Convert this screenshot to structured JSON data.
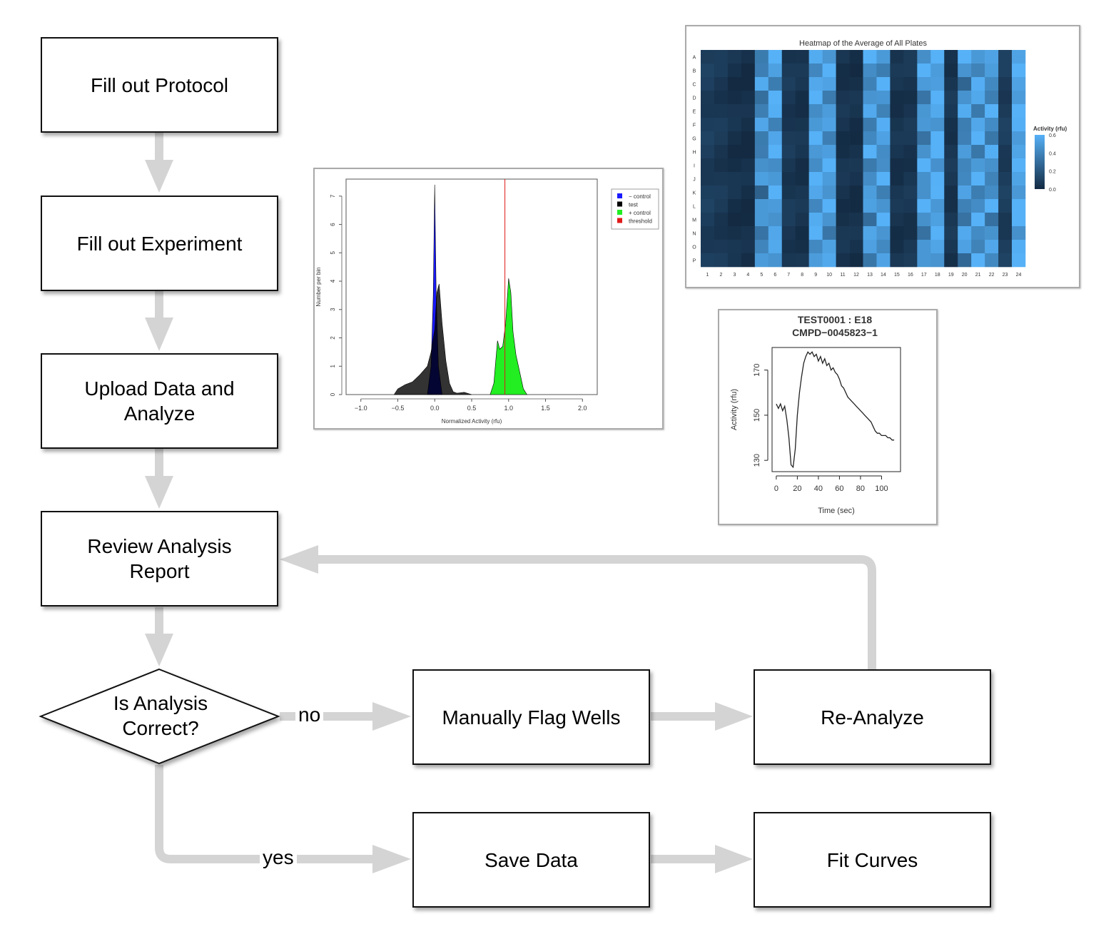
{
  "colors": {
    "arrow": "#d4d4d4",
    "node_border": "#111111"
  },
  "flow": {
    "fill_protocol": "Fill out Protocol",
    "fill_experiment": "Fill out Experiment",
    "upload_analyze": "Upload Data and Analyze",
    "review_report": "Review Analysis Report",
    "decision": "Is Analysis Correct?",
    "flag_wells": "Manually Flag Wells",
    "reanalyze": "Re-Analyze",
    "save_data": "Save Data",
    "fit_curves": "Fit Curves",
    "label_no": "no",
    "label_yes": "yes"
  },
  "chart_data": [
    {
      "type": "area",
      "title": "",
      "xlabel": "Normalized Activity (rfu)",
      "ylabel": "Number per bin",
      "xlim": [
        -1.2,
        2.2
      ],
      "ylim": [
        0,
        7.6
      ],
      "xticks": [
        "−1.0",
        "−0.5",
        "0.0",
        "0.5",
        "1.0",
        "1.5",
        "2.0"
      ],
      "yticks": [
        "0",
        "1",
        "2",
        "3",
        "4",
        "5",
        "6",
        "7"
      ],
      "legend_position": "top-right",
      "threshold": 0.95,
      "series": [
        {
          "name": "− control",
          "color": "#1a1aff",
          "x": [
            -0.1,
            -0.05,
            -0.02,
            0.0,
            0.02,
            0.05,
            0.1
          ],
          "y": [
            0,
            1.0,
            3.5,
            7.4,
            3.5,
            1.0,
            0
          ]
        },
        {
          "name": "test",
          "color": "#000000",
          "x": [
            -0.55,
            -0.5,
            -0.4,
            -0.3,
            -0.2,
            -0.1,
            -0.05,
            0.0,
            0.03,
            0.06,
            0.1,
            0.15,
            0.2,
            0.25,
            0.3,
            0.4,
            0.5
          ],
          "y": [
            0,
            0.2,
            0.35,
            0.45,
            0.7,
            1.0,
            1.5,
            2.3,
            3.6,
            3.9,
            2.5,
            1.2,
            0.4,
            0.1,
            0.05,
            0.08,
            0
          ],
          "fill_opacity": 0.8
        },
        {
          "name": "+ control",
          "color": "#22ee22",
          "x": [
            0.75,
            0.8,
            0.85,
            0.88,
            0.92,
            0.96,
            1.0,
            1.03,
            1.06,
            1.1,
            1.15,
            1.2,
            1.25
          ],
          "y": [
            0,
            0.4,
            1.9,
            1.6,
            1.7,
            2.5,
            4.1,
            3.6,
            2.2,
            1.4,
            0.8,
            0.2,
            0
          ]
        },
        {
          "name": "threshold",
          "color": "#e01919",
          "x": [],
          "y": []
        }
      ]
    },
    {
      "type": "heatmap",
      "title": "Heatmap of the Average of All Plates",
      "rows": [
        "A",
        "B",
        "C",
        "D",
        "E",
        "F",
        "G",
        "H",
        "I",
        "J",
        "K",
        "L",
        "M",
        "N",
        "O",
        "P"
      ],
      "cols": [
        "1",
        "2",
        "3",
        "4",
        "5",
        "6",
        "7",
        "8",
        "9",
        "10",
        "11",
        "12",
        "13",
        "14",
        "15",
        "16",
        "17",
        "18",
        "19",
        "20",
        "21",
        "22",
        "23",
        "24"
      ],
      "col_mean": [
        0.08,
        0.06,
        0.03,
        0.02,
        0.42,
        0.52,
        0.06,
        0.04,
        0.47,
        0.51,
        0.04,
        0.03,
        0.46,
        0.5,
        0.04,
        0.05,
        0.47,
        0.52,
        0.05,
        0.44,
        0.5,
        0.46,
        0.08,
        0.56
      ],
      "legend_title": "Activity (rfu)",
      "legend_ticks": [
        "0.0",
        "0.2",
        "0.4",
        "0.6"
      ],
      "range": [
        0,
        0.6
      ]
    },
    {
      "type": "line",
      "title": "TEST0001 : E18",
      "subtitle": "CMPD−0045823−1",
      "xlabel": "Time (sec)",
      "ylabel": "Activity (rfu)",
      "xlim": [
        -4,
        118
      ],
      "ylim": [
        125,
        180
      ],
      "xticks": [
        "0",
        "20",
        "40",
        "60",
        "80",
        "100"
      ],
      "yticks": [
        "130",
        "150",
        "170"
      ],
      "x": [
        0,
        2,
        4,
        6,
        8,
        10,
        12,
        14,
        16,
        18,
        20,
        22,
        24,
        26,
        28,
        30,
        32,
        34,
        36,
        38,
        40,
        42,
        44,
        46,
        48,
        50,
        52,
        54,
        56,
        58,
        60,
        62,
        64,
        66,
        68,
        70,
        72,
        74,
        76,
        78,
        80,
        82,
        84,
        86,
        88,
        90,
        92,
        94,
        96,
        98,
        100,
        102,
        104,
        106,
        108,
        110,
        112
      ],
      "y": [
        155,
        153,
        155,
        152,
        154,
        148,
        140,
        128,
        127,
        135,
        150,
        160,
        167,
        173,
        176,
        178,
        177,
        178,
        176,
        177,
        174,
        176,
        173,
        175,
        172,
        173,
        170,
        171,
        169,
        168,
        166,
        163,
        162,
        160,
        158,
        157,
        156,
        155,
        154,
        153,
        152,
        151,
        150,
        149,
        148,
        147,
        145,
        143,
        142,
        142,
        141,
        141,
        141,
        140,
        140,
        139,
        139
      ]
    }
  ]
}
